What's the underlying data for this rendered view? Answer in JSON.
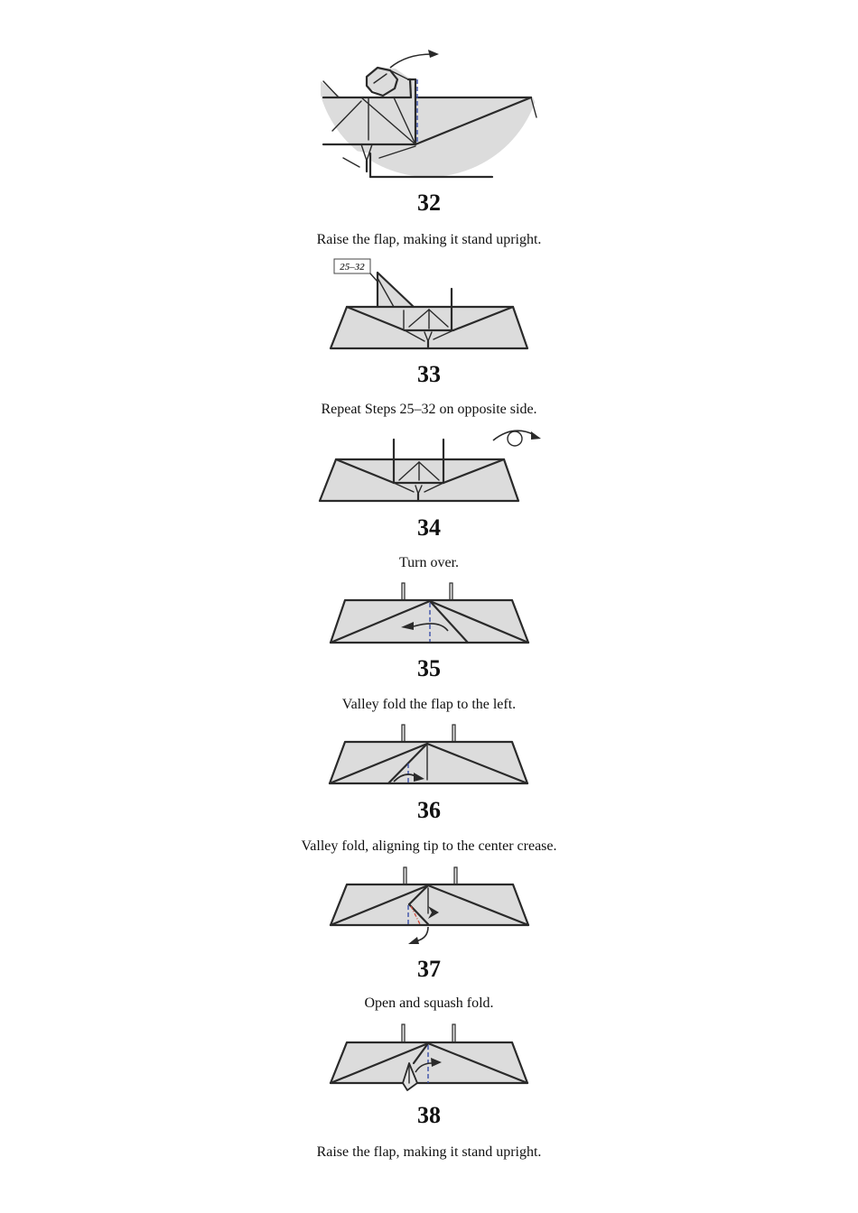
{
  "steps": [
    {
      "number": "32",
      "caption": "Raise the flap, making it stand upright."
    },
    {
      "number": "33",
      "caption": "Repeat Steps 25–32 on opposite side.",
      "reference_label": "25–32"
    },
    {
      "number": "34",
      "caption": "Turn over."
    },
    {
      "number": "35",
      "caption": "Valley fold the flap to the left."
    },
    {
      "number": "36",
      "caption": "Valley fold, aligning tip to the center crease."
    },
    {
      "number": "37",
      "caption": "Open and squash fold."
    },
    {
      "number": "38",
      "caption": "Raise the flap, making it stand upright."
    }
  ],
  "colors": {
    "paper": "#dcdcdc",
    "edge": "#2a2a2a",
    "valley_fold": "#3a4fa8",
    "mountain_fold": "#d24a3a",
    "background": "#ffffff"
  }
}
